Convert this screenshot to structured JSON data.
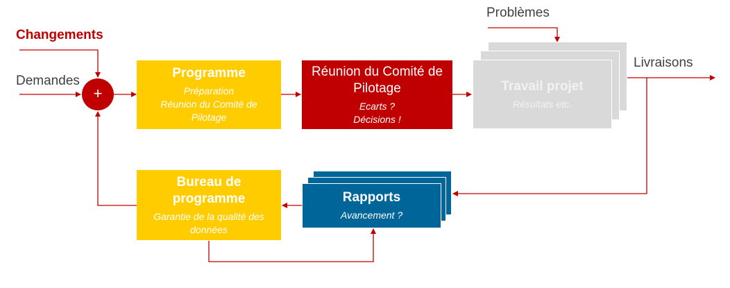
{
  "colors": {
    "accent_red": "#c00000",
    "yellow": "#ffcc00",
    "grey": "#d9d9d9",
    "blue": "#006699",
    "text": "#404040"
  },
  "labels": {
    "changements": "Changements",
    "demandes": "Demandes",
    "problemes": "Problèmes",
    "livraisons": "Livraisons",
    "plus": "+"
  },
  "boxes": {
    "programme": {
      "title": "Programme",
      "lines": [
        "Préparation",
        "Réunion du Comité de Pilotage"
      ]
    },
    "comite": {
      "title": "Réunion du Comité de Pilotage",
      "lines": [
        "Ecarts ?",
        "Décisions !"
      ]
    },
    "travail": {
      "title": "Travail projet",
      "lines": [
        "Résultats etc."
      ]
    },
    "bureau": {
      "title": "Bureau de programme",
      "lines": [
        "Garantie de la qualité des données"
      ]
    },
    "rapports": {
      "title": "Rapports",
      "lines": [
        "Avancement ?"
      ]
    }
  }
}
